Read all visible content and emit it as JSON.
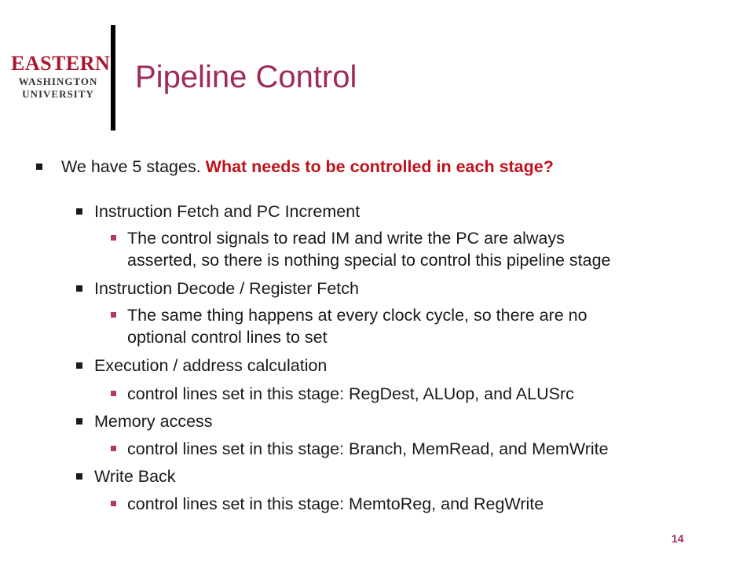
{
  "logo": {
    "line1": "EASTERN",
    "line2": "WASHINGTON",
    "line3": "UNIVERSITY"
  },
  "title": "Pipeline Control",
  "intro": {
    "plain": "We have 5 stages. ",
    "emphasis": "What needs to be controlled in each stage?"
  },
  "stages": [
    {
      "label": "Instruction Fetch and PC Increment",
      "details": [
        "The control signals to read IM and write the PC are always",
        "asserted, so there is nothing special to control this pipeline stage"
      ]
    },
    {
      "label": "Instruction Decode / Register Fetch",
      "details": [
        "The same thing happens at every clock cycle, so there are no",
        "optional control lines to set"
      ]
    },
    {
      "label": "Execution / address calculation",
      "details": [
        "control lines set in this stage: RegDest, ALUop, and ALUSrc"
      ]
    },
    {
      "label": "Memory access",
      "details": [
        "control lines set in this stage: Branch, MemRead, and MemWrite"
      ]
    },
    {
      "label": "Write Back",
      "details": [
        "control lines set in this stage: MemtoReg, and RegWrite"
      ]
    }
  ],
  "page_number": "14"
}
